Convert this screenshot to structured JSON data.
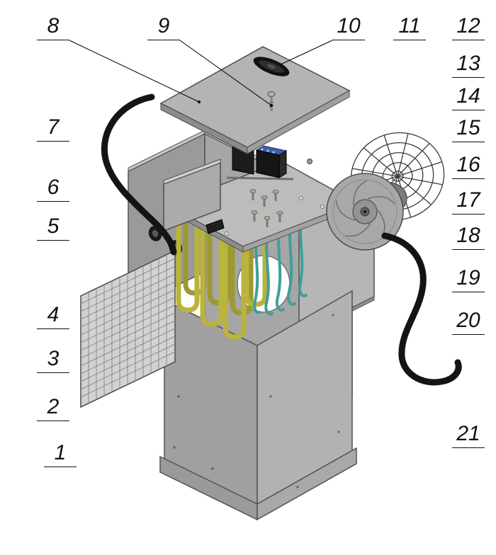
{
  "figure": {
    "type": "exploded-view-technical-diagram",
    "description_colors": {
      "panel_gray": "#a6a6a6",
      "heating_element_yellow": "#b9b43c",
      "wire_teal": "#3f9f98",
      "cable_black": "#141414",
      "contactor_blue": "#3a5fb0",
      "background": "#ffffff"
    },
    "callouts": [
      {
        "label": "1"
      },
      {
        "label": "2"
      },
      {
        "label": "3"
      },
      {
        "label": "4"
      },
      {
        "label": "5"
      },
      {
        "label": "6"
      },
      {
        "label": "7"
      },
      {
        "label": "8"
      },
      {
        "label": "9"
      },
      {
        "label": "10"
      },
      {
        "label": "11"
      },
      {
        "label": "12"
      },
      {
        "label": "13"
      },
      {
        "label": "14"
      },
      {
        "label": "15"
      },
      {
        "label": "16"
      },
      {
        "label": "17"
      },
      {
        "label": "18"
      },
      {
        "label": "19"
      },
      {
        "label": "20"
      },
      {
        "label": "21"
      }
    ]
  }
}
